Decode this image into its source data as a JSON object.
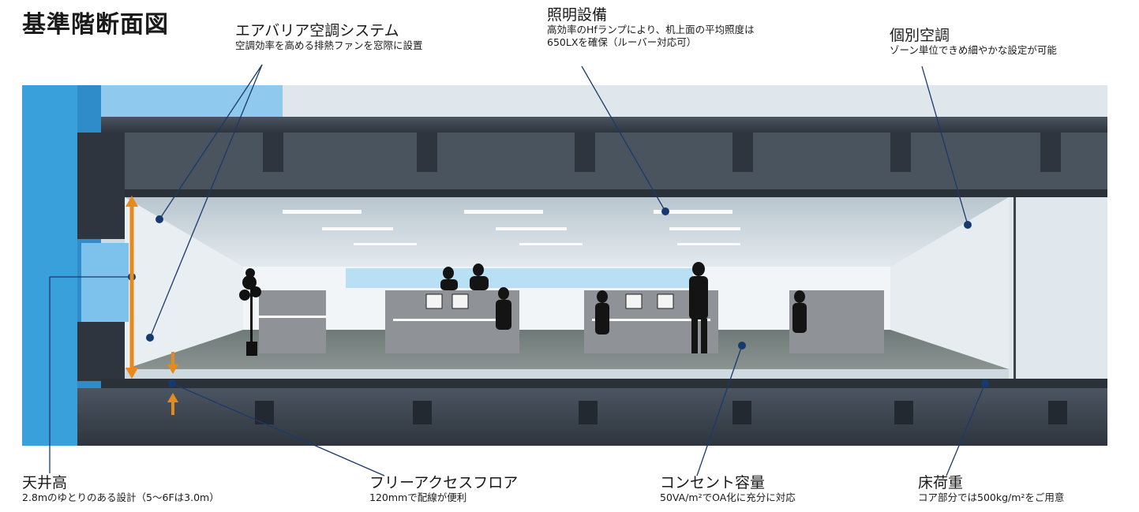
{
  "title": "基準階断面図",
  "callouts": {
    "aircon_system": {
      "head": "エアバリア空調システム",
      "desc": "空調効率を高める排熱ファンを窓際に設置"
    },
    "lighting": {
      "head": "照明設備",
      "desc_lines": [
        "高効率のHfランプにより、机上面の平均照度は",
        "650LXを確保（ルーバー対応可）"
      ]
    },
    "individual_aircon": {
      "head": "個別空調",
      "desc": "ゾーン単位できめ細やかな設定が可能"
    },
    "ceiling_height": {
      "head": "天井高",
      "desc": "2.8mのゆとりのある設計（5〜6Fは3.0m）"
    },
    "free_access_floor": {
      "head": "フリーアクセスフロア",
      "desc": "120mmで配線が便利"
    },
    "outlet_capacity": {
      "head": "コンセント容量",
      "desc": "50VA/m²でOA化に充分に対応"
    },
    "floor_load": {
      "head": "床荷重",
      "desc": "コア部分では500kg/m²をご用意"
    }
  },
  "colors": {
    "leader": "#1b3a6b",
    "dot": "#163a6e",
    "arrow": "#e8891e",
    "slab": "#3b4450",
    "window": "#3aa0dc"
  }
}
